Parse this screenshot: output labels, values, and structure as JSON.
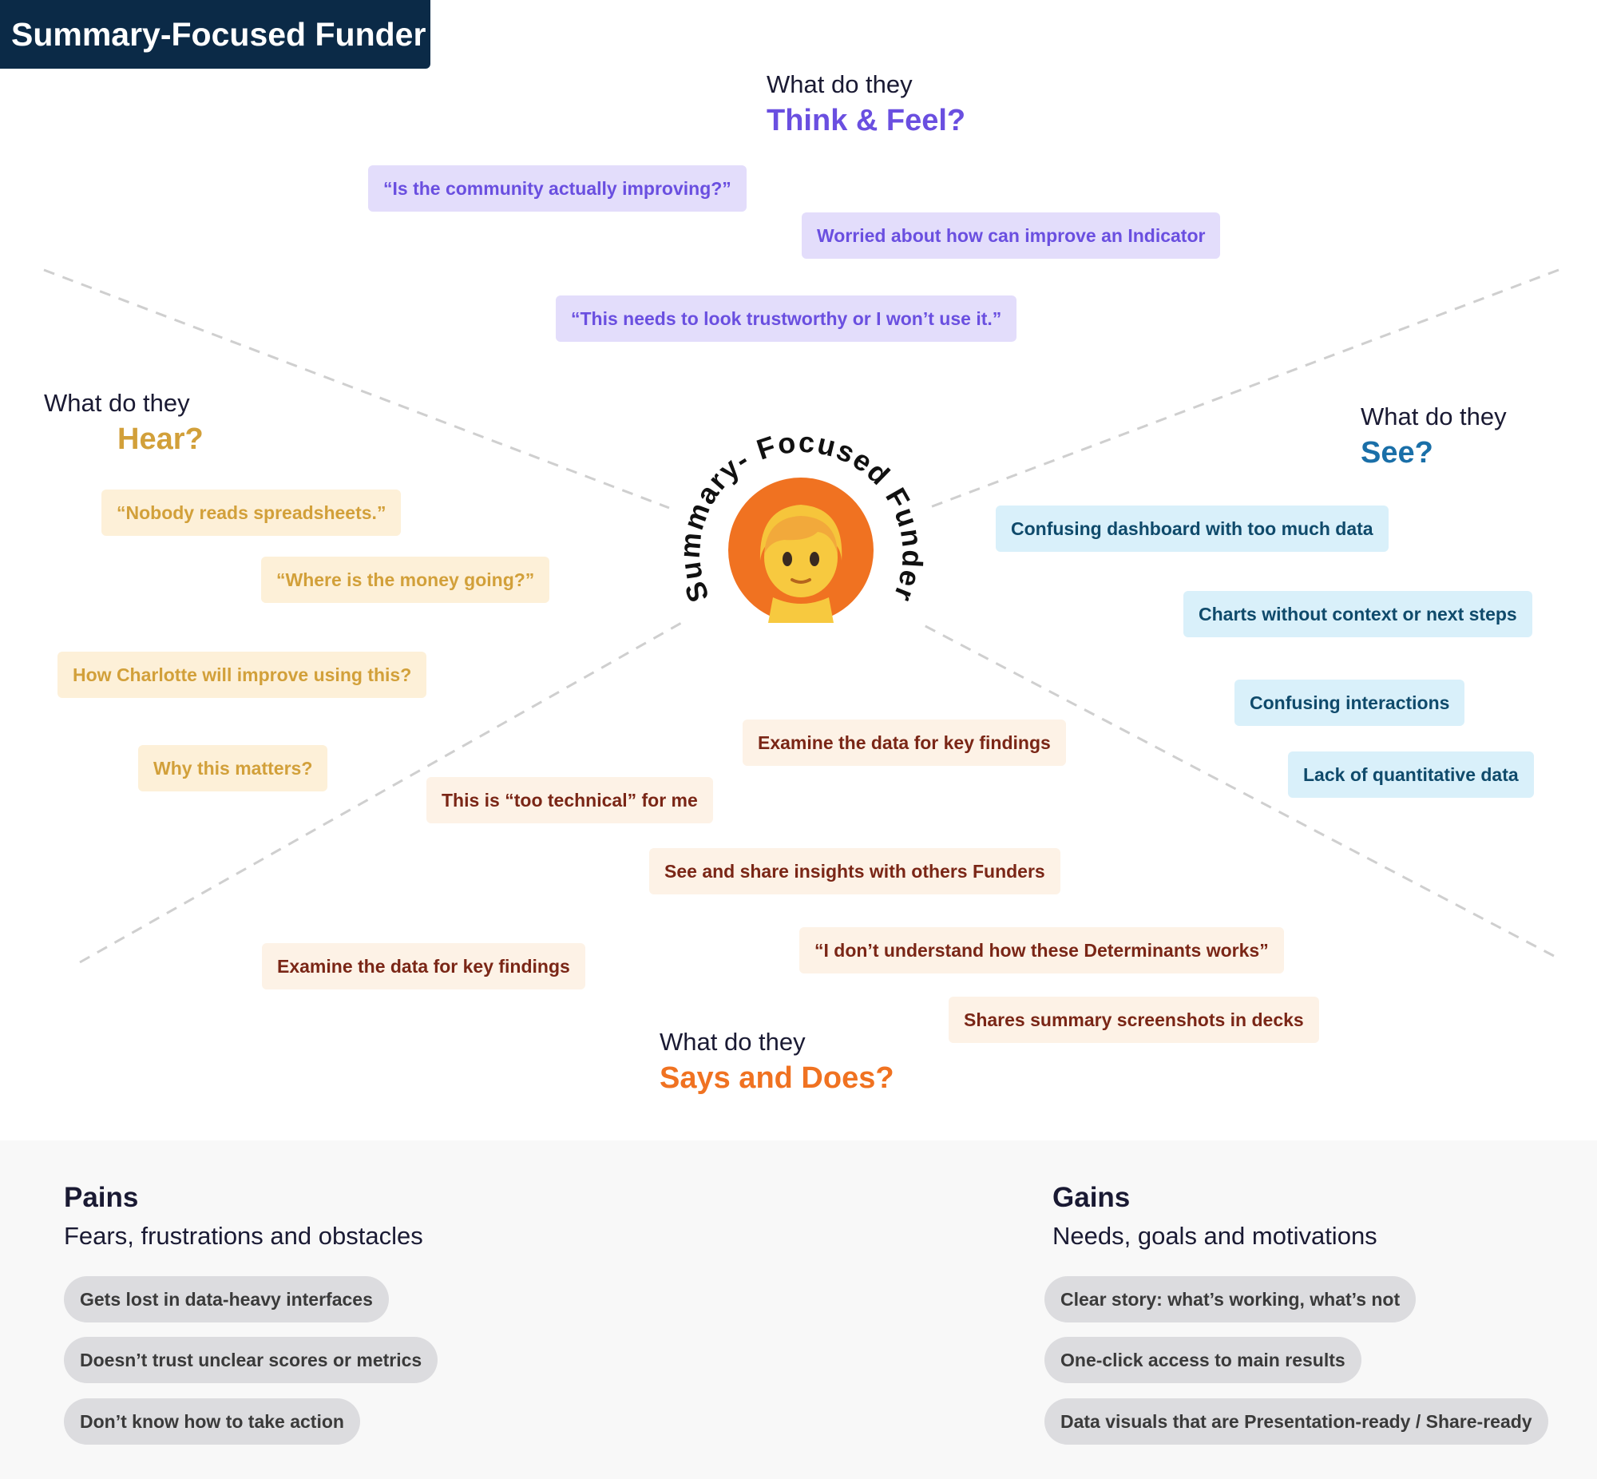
{
  "title": "Summary-Focused Funder",
  "center_label": "Summary- Focused Funder",
  "colors": {
    "think": "#6a4fe0",
    "hear": "#d2a03a",
    "see": "#1a6fa8",
    "says": "#f07221",
    "banner": "#0b2a47"
  },
  "think": {
    "pre": "What do they",
    "heading": "Think & Feel?",
    "items": [
      "“Is the community actually improving?”",
      "Worried about how can improve an Indicator",
      "“This needs to look trustworthy or I won’t use it.”"
    ]
  },
  "hear": {
    "pre": "What do they",
    "heading": "Hear?",
    "items": [
      "“Nobody reads spreadsheets.”",
      "“Where is the money going?”",
      "How Charlotte will improve using this?",
      "Why this matters?"
    ]
  },
  "see": {
    "pre": "What do they",
    "heading": "See?",
    "items": [
      "Confusing dashboard with too much data",
      "Charts without context or next steps",
      "Confusing interactions",
      "Lack of quantitative data"
    ]
  },
  "says": {
    "pre": "What do they",
    "heading": "Says and Does?",
    "items": [
      "Examine the data for key findings",
      "This is “too technical” for me",
      "See and share insights with others Funders",
      "“I don’t understand how these Determinants works”",
      "Examine the data for key findings",
      "Shares summary screenshots in decks"
    ]
  },
  "pains": {
    "title": "Pains",
    "subtitle": "Fears, frustrations and obstacles",
    "items": [
      "Gets lost in data-heavy interfaces",
      "Doesn’t trust unclear scores or metrics",
      "Don’t know how to take action"
    ]
  },
  "gains": {
    "title": "Gains",
    "subtitle": "Needs, goals and motivations",
    "items": [
      "Clear story: what’s working, what’s not",
      "One-click access to main results",
      "Data visuals that are Presentation-ready / Share-ready"
    ]
  }
}
